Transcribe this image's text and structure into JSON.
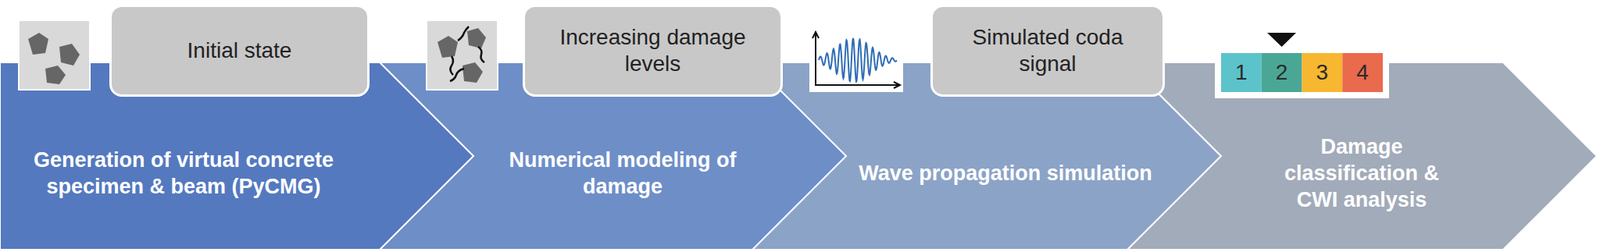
{
  "diagram": {
    "nodes": [
      {
        "text": [
          "Initial state"
        ]
      },
      {
        "text": [
          "Generation of virtual concrete specimen & beam (PyCMG)"
        ]
      },
      {
        "text": [
          "Increasing damage levels"
        ]
      },
      {
        "text": [
          "Numerical modeling of damage"
        ]
      },
      {
        "text": [
          "Simulated coda signal"
        ]
      },
      {
        "text": [
          "Wave propagation simulation"
        ]
      },
      {
        "text": [
          "Damage classification & CWI analysis"
        ]
      }
    ],
    "labels": [
      "1",
      "2",
      "3",
      "4"
    ]
  }
}
